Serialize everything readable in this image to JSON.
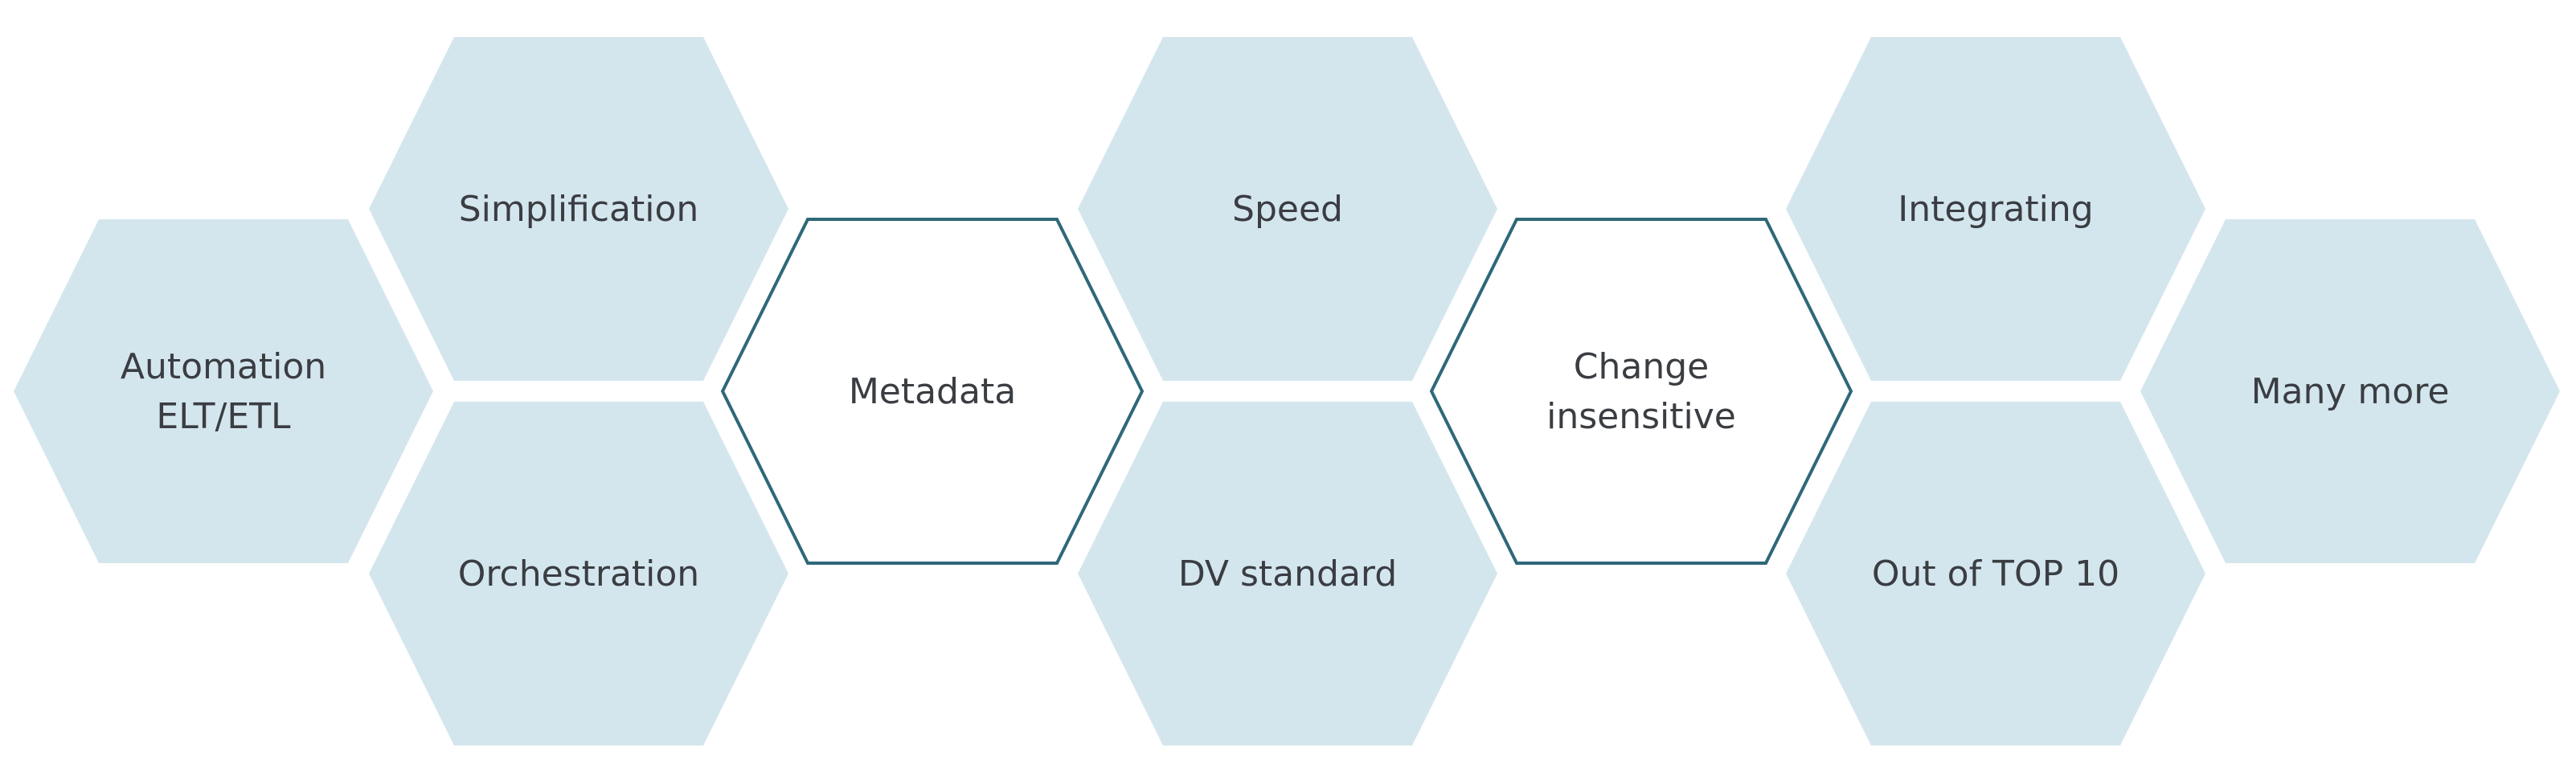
{
  "colors": {
    "filled_fill": "#d4e6ed",
    "outline_stroke": "#2f6878",
    "outline_fill": "#ffffff",
    "text": "#3a3d42"
  },
  "hexagons": [
    {
      "id": "automation",
      "style": "filled",
      "lines": [
        "Automation",
        "ELT/ETL"
      ]
    },
    {
      "id": "simplification",
      "style": "filled",
      "lines": [
        "Simplification"
      ]
    },
    {
      "id": "orchestration",
      "style": "filled",
      "lines": [
        "Orchestration"
      ]
    },
    {
      "id": "metadata",
      "style": "outline",
      "lines": [
        "Metadata"
      ]
    },
    {
      "id": "speed",
      "style": "filled",
      "lines": [
        "Speed"
      ]
    },
    {
      "id": "dv-standard",
      "style": "filled",
      "lines": [
        "DV standard"
      ]
    },
    {
      "id": "change-insensitive",
      "style": "outline",
      "lines": [
        "Change",
        "insensitive"
      ]
    },
    {
      "id": "integrating",
      "style": "filled",
      "lines": [
        "Integrating"
      ]
    },
    {
      "id": "out-of-top-10",
      "style": "filled",
      "lines": [
        "Out of TOP 10"
      ]
    },
    {
      "id": "many-more",
      "style": "filled",
      "lines": [
        "Many more"
      ]
    }
  ]
}
